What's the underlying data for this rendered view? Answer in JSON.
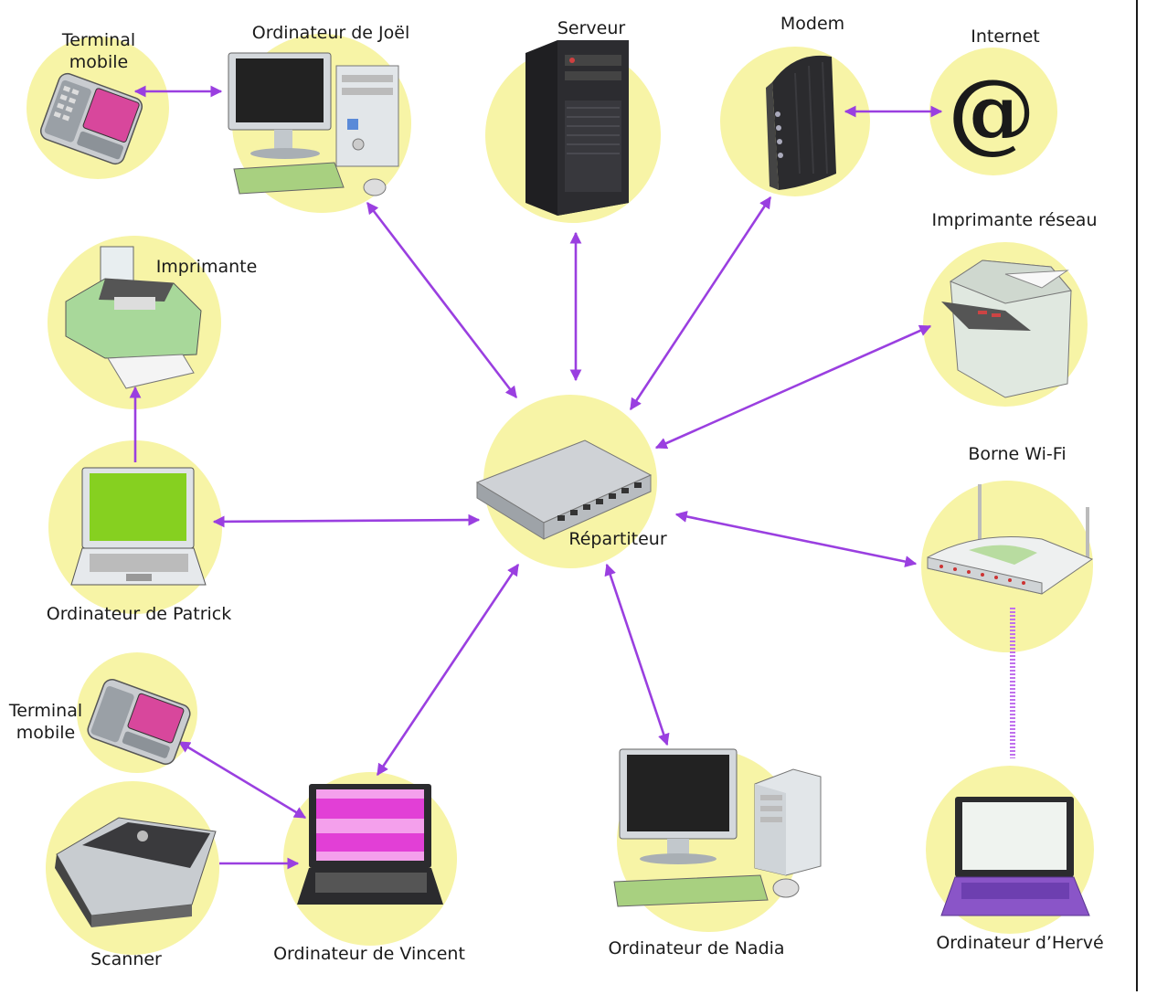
{
  "labels": {
    "mobile_top": "Terminal mobile",
    "pc_joel": "Ordinateur de Joël",
    "server": "Serveur",
    "modem": "Modem",
    "internet": "Internet",
    "internet_symbol": "@",
    "printer": "Imprimante",
    "net_printer": "Imprimante réseau",
    "hub": "Répartiteur",
    "wifi": "Borne Wi-Fi",
    "pc_patrick": "Ordinateur de Patrick",
    "mobile_bottom": "Terminal mobile",
    "scanner": "Scanner",
    "pc_vincent": "Ordinateur de Vincent",
    "pc_nadia": "Ordinateur de Nadia",
    "pc_herve": "Ordinateur d’Hervé"
  },
  "colors": {
    "bubble": "#f7f4a6",
    "arrow": "#9a3fe0",
    "wifi_link": "#c070ee",
    "device_dark": "#2b2b2e",
    "device_light": "#d9dcdf",
    "screen_green": "#86d020",
    "screen_pink": "#e23fd6",
    "phone_pink": "#d8479c",
    "laptop_purple": "#8a55c8"
  },
  "links": [
    {
      "from": "mobile_top",
      "to": "pc_joel",
      "type": "wired"
    },
    {
      "from": "pc_joel",
      "to": "hub",
      "type": "wired"
    },
    {
      "from": "server",
      "to": "hub",
      "type": "wired"
    },
    {
      "from": "modem",
      "to": "hub",
      "type": "wired"
    },
    {
      "from": "modem",
      "to": "internet",
      "type": "wired"
    },
    {
      "from": "net_printer",
      "to": "hub",
      "type": "wired"
    },
    {
      "from": "wifi",
      "to": "hub",
      "type": "wired"
    },
    {
      "from": "pc_patrick",
      "to": "hub",
      "type": "wired"
    },
    {
      "from": "pc_patrick",
      "to": "printer",
      "type": "wired"
    },
    {
      "from": "pc_vincent",
      "to": "hub",
      "type": "wired"
    },
    {
      "from": "pc_nadia",
      "to": "hub",
      "type": "wired"
    },
    {
      "from": "mobile_bottom",
      "to": "pc_vincent",
      "type": "wired"
    },
    {
      "from": "scanner",
      "to": "pc_vincent",
      "type": "wired"
    },
    {
      "from": "pc_herve",
      "to": "wifi",
      "type": "wireless"
    }
  ]
}
